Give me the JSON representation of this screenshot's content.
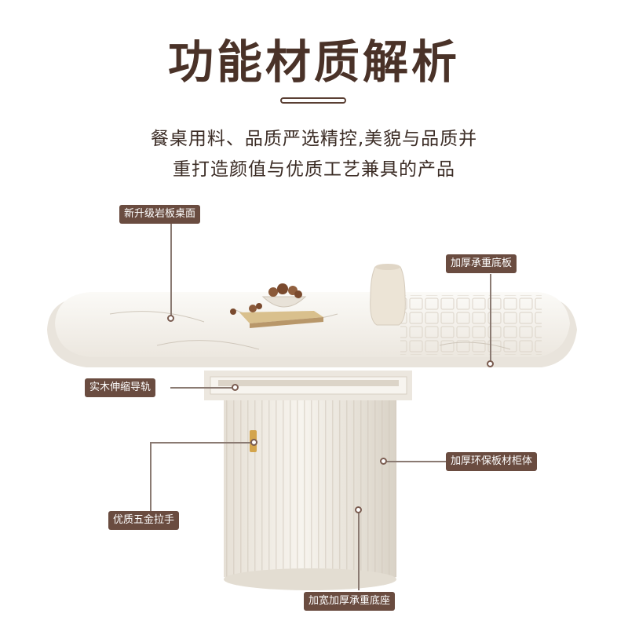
{
  "header": {
    "title": "功能材质解析",
    "subtitle_line1": "餐桌用料、品质严选精控,美貌与品质并",
    "subtitle_line2": "重打造颜值与优质工艺兼具的产品"
  },
  "callouts": {
    "tabletop": "新升级岩板桌面",
    "base_board": "加厚承重底板",
    "rail": "实木伸缩导轨",
    "cabinet": "加厚环保板材柜体",
    "handle": "优质五金拉手",
    "pedestal": "加宽加厚承重底座"
  },
  "colors": {
    "title": "#4a3228",
    "callout_bg": "#6a4c40",
    "table_white": "#f4f1ec"
  }
}
